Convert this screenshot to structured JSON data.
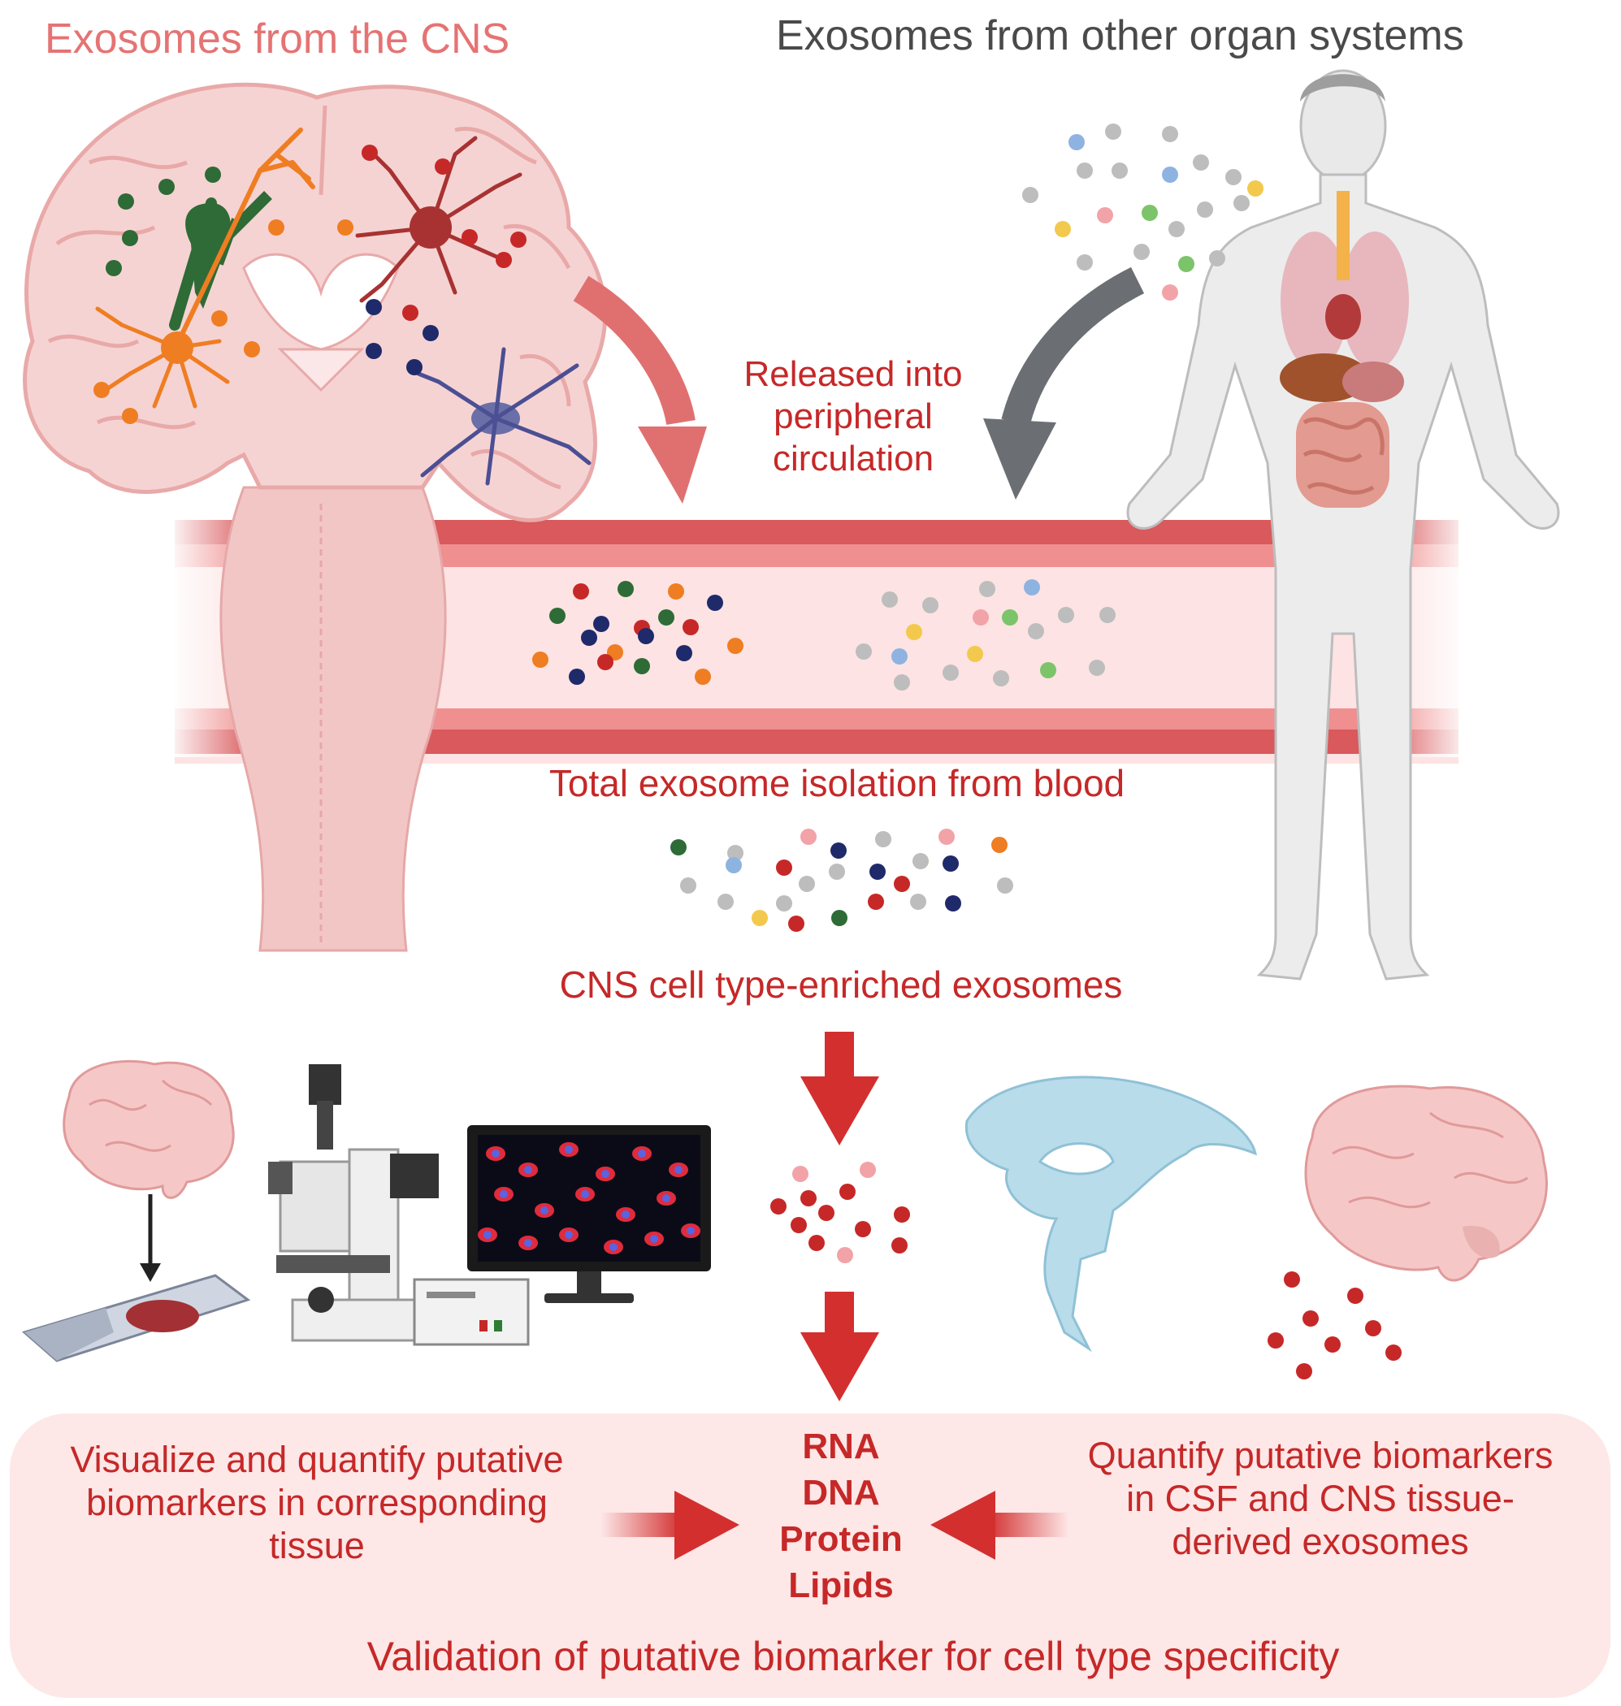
{
  "titles": {
    "cns": "Exosomes from the CNS",
    "other": "Exosomes from other organ systems"
  },
  "labels": {
    "released": [
      "Released into",
      "peripheral",
      "circulation"
    ],
    "total_isolation": "Total exosome isolation from blood",
    "enriched": "CNS cell type-enriched exosomes",
    "visualize": [
      "Visualize and quantify putative",
      "biomarkers in corresponding",
      "tissue"
    ],
    "quantify": [
      "Quantify putative biomarkers",
      "in CSF and CNS tissue-",
      "derived exosomes"
    ],
    "validation": "Validation of putative biomarker for cell type specificity"
  },
  "molecules": [
    "RNA",
    "DNA",
    "Protein",
    "Lipids"
  ],
  "colors": {
    "label_red": "#c62828",
    "title_pink": "#e57373",
    "title_gray": "#4a4a4a",
    "brain_pink": "#f3c6c6",
    "vessel_wall": "#d9595c",
    "vessel_inner": "#fde3e3",
    "panel_bg": "#fde4e4",
    "arrow_red": "#d32f2f",
    "arrow_gray": "#6b6f73",
    "csf_blue": "#b8dcea"
  },
  "icons": [
    "brain-icon",
    "neuron-icon",
    "human-body-icon",
    "blood-vessel-icon",
    "microscope-icon",
    "monitor-icon",
    "tissue-slide-icon",
    "ventricle-icon",
    "exosome-dot-icon"
  ]
}
